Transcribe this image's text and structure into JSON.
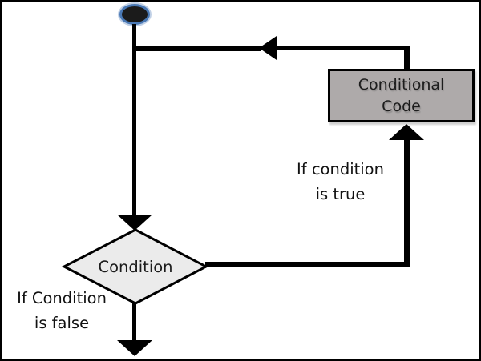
{
  "diagram": {
    "type": "flowchart-while-loop",
    "nodes": {
      "start": {
        "shape": "ellipse",
        "fill": "#1b1b1b",
        "ring_color": "#4a79b5"
      },
      "conditional_code": {
        "line1": "Conditional",
        "line2": "Code",
        "fill": "#aeaaaa",
        "border_color": "#000000"
      },
      "condition": {
        "label": "Condition",
        "fill": "#ebebeb",
        "border_color": "#000000"
      }
    },
    "labels": {
      "true_branch": {
        "line1": "If condition",
        "line2": "is true"
      },
      "false_branch": {
        "line1": "If Condition",
        "line2": "is false"
      }
    },
    "colors": {
      "line": "#000000",
      "canvas_border": "#000000",
      "background": "#ffffff"
    }
  }
}
